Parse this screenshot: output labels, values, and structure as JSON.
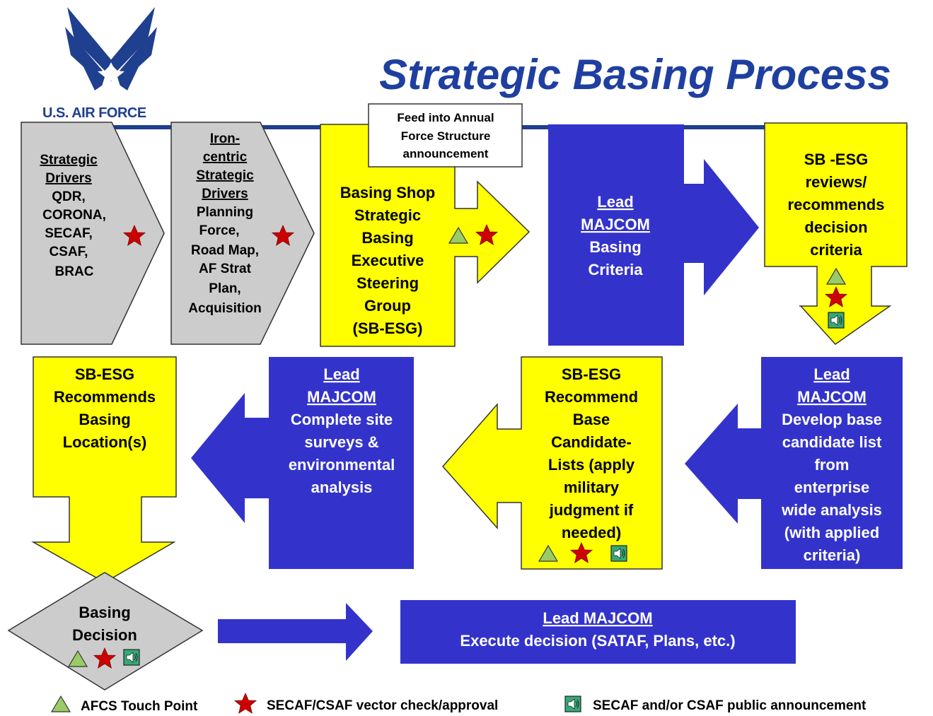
{
  "header": {
    "title": "Strategic Basing Process",
    "logo_text": "U.S. AIR FORCE"
  },
  "callout": {
    "lines": [
      "Feed into Annual",
      "Force Structure",
      "announcement"
    ]
  },
  "step1": {
    "underlined": [
      "Strategic",
      "Drivers"
    ],
    "lines": [
      "QDR,",
      "CORONA,",
      "SECAF,",
      "CSAF,",
      "BRAC"
    ]
  },
  "step2": {
    "underlined": [
      "Iron-",
      "centric",
      "Strategic",
      "Drivers"
    ],
    "lines": [
      "Planning",
      "Force,",
      "Road Map,",
      "AF Strat",
      "Plan,",
      "Acquisition"
    ]
  },
  "step3": {
    "lines": [
      "Basing Shop",
      "Strategic",
      "Basing",
      "Executive",
      "Steering",
      "Group",
      "(SB-ESG)"
    ]
  },
  "step4": {
    "underlined": [
      "Lead",
      "MAJCOM"
    ],
    "lines": [
      "Basing",
      "Criteria"
    ]
  },
  "step5": {
    "lines": [
      "SB -ESG",
      "reviews/",
      "recommends",
      "decision",
      "criteria"
    ]
  },
  "step6": {
    "underlined": [
      "Lead",
      "MAJCOM"
    ],
    "lines": [
      "Develop base",
      "candidate list",
      "from",
      "enterprise",
      "wide analysis",
      "(with applied",
      "criteria)"
    ]
  },
  "step7": {
    "lines": [
      "SB-ESG",
      "Recommend",
      "Base",
      "Candidate-",
      "Lists (apply",
      "military",
      "judgment if",
      "needed)"
    ]
  },
  "step8": {
    "underlined": [
      "Lead",
      "MAJCOM"
    ],
    "lines": [
      "Complete site",
      "surveys &",
      "environmental",
      "analysis"
    ]
  },
  "step9": {
    "lines": [
      "SB-ESG",
      "Recommends",
      "Basing",
      "Location(s)"
    ]
  },
  "decision": {
    "lines": [
      "Basing",
      "Decision"
    ]
  },
  "execute": {
    "underlined": "Lead MAJCOM",
    "line": "Execute decision (SATAF, Plans, etc.)"
  },
  "legend": {
    "touch_point": "AFCS Touch Point",
    "vector_check": "SECAF/CSAF vector check/approval",
    "announcement": "SECAF and/or CSAF public announcement"
  },
  "colors": {
    "title_blue": "#1f3fa0",
    "navy": "#3333cc",
    "yellow": "#ffff00",
    "gray": "#cccccc",
    "star_red": "#cc0000",
    "triangle_green": "#99cc66",
    "speaker_teal": "#33aa77",
    "logo_blue": "#1f3f8f"
  },
  "icons": [
    "triangle-icon",
    "star-icon",
    "speaker-icon",
    "usaf-wing-logo"
  ]
}
